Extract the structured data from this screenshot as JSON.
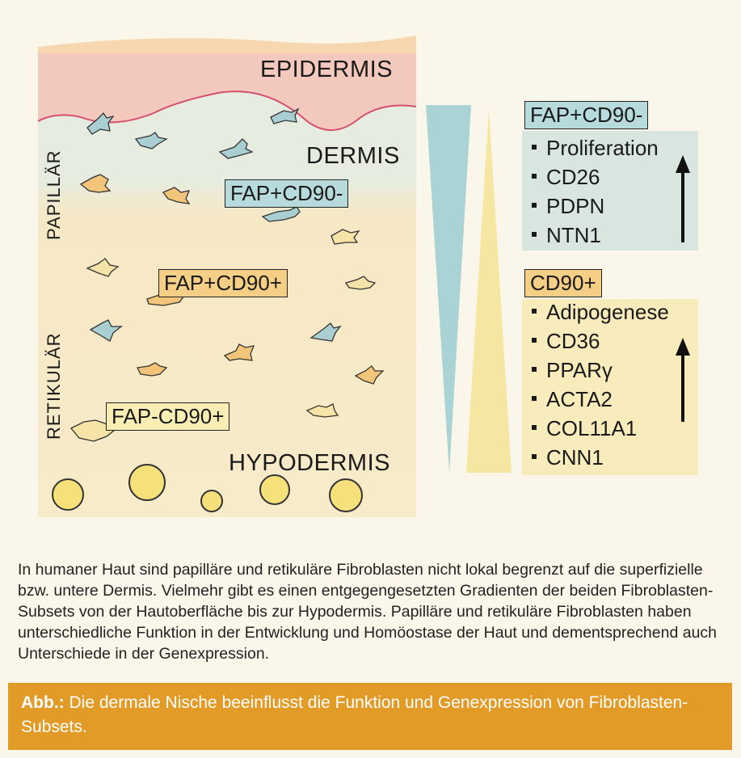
{
  "figure": {
    "layers": {
      "epidermis": "EPIDERMIS",
      "dermis": "DERMIS",
      "hypodermis": "HYPODERMIS",
      "papillary": "PAPILLÄR",
      "reticular": "RETIKULÄR"
    },
    "cell_labels": {
      "fap_pos_cd90_neg": "FAP+CD90-",
      "fap_pos_cd90_pos": "FAP+CD90+",
      "fap_neg_cd90_pos": "FAP-CD90+"
    },
    "panels": {
      "top": {
        "title": "FAP+CD90-",
        "items": [
          "Proliferation",
          "CD26",
          "PDPN",
          "NTN1"
        ]
      },
      "bottom": {
        "title": "CD90+",
        "items": [
          "Adipogenese",
          "CD36",
          "PPARγ",
          "ACTA2",
          "COL11A1",
          "CNN1"
        ]
      }
    },
    "colors": {
      "teal": "#b7dadc",
      "orange": "#f5cf86",
      "yellow": "#f8eeb4",
      "epidermis": "#f4c9bd"
    }
  },
  "caption": "In humaner Haut sind papilläre und retikuläre Fibroblasten nicht lokal begrenzt auf die superfizielle bzw. untere Dermis. Vielmehr gibt es einen entgegengesetzten Gradienten der beiden Fibroblasten-Subsets von der Hautoberfläche bis zur Hypodermis. Papilläre und retikuläre Fibroblasten haben unterschiedliche Funktion in der Entwicklung und Homöostase der Haut und dementsprechend auch Unterschiede in der Genexpression.",
  "footer": {
    "label": "Abb.:",
    "text": " Die dermale Nische beeinflusst die Funktion und Genexpression von Fibroblasten-Subsets."
  }
}
